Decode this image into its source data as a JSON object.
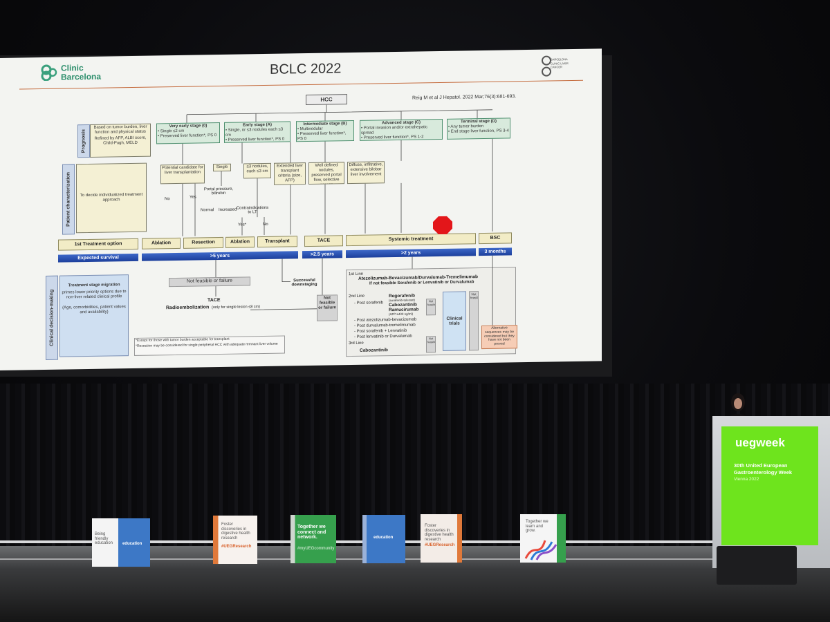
{
  "slide": {
    "logo_left_line1": "Clinic",
    "logo_left_line2": "Barcelona",
    "title": "BCLC  2022",
    "citation": "Reig M et al J Hepatol. 2022 Mar;76(3):681-693.",
    "logo_right": "BARCELONA CLINIC LIVER CANCER",
    "root": "HCC",
    "side_labels": [
      "Prognosis",
      "Patient characterization",
      "Clinical decision-making"
    ],
    "prognosis_text": "Based on tumor burden, liver function and physical status",
    "prognosis_text2": "Refined by AFP, ALBI score, Child-Pugh, MELD",
    "patient_text": "To decide individualized treatment approach",
    "stages": [
      {
        "title": "Very early stage (0)",
        "text": "• Single ≤2 cm\n• Preserved liver function*, PS 0"
      },
      {
        "title": "Early stage (A)",
        "text": "• Single, or ≤3 nodules each ≤3 cm\n• Preserved liver function*, PS 0"
      },
      {
        "title": "Intermediate stage (B)",
        "text": "• Multinodular\n• Preserved liver function*, PS 0"
      },
      {
        "title": "Advanced stage (C)",
        "text": "• Portal invasion and/or extrahepatic spread\n• Preserved liver function*, PS 1-2"
      },
      {
        "title": "Terminal stage (D)",
        "text": "• Any tumor burden\n• End stage liver function, PS 3-4"
      }
    ],
    "char_boxes": {
      "candidate": "Potential candidate for liver transplantation",
      "single": "Single",
      "nodules3": "≤3 nodules, each ≤3 cm",
      "extended": "Extended liver transplant criteria (size, AFP)",
      "well_defined": "Well defined nodules, preserved portal flow, selective access",
      "diffuse": "Diffuse, infiltrative, extensive bilobar liver involvement",
      "portal_pressure": "Portal pressure, bilirubin",
      "contraindications": "Contraindications to LT"
    },
    "flow_words": {
      "no1": "No",
      "yes1": "Yes",
      "normal": "Normal",
      "increased": "Increased",
      "yes2": "Yes*",
      "no2": "No"
    },
    "first_option_label": "1st Treatment option",
    "options": [
      "Ablation",
      "Resection",
      "Ablation",
      "Transplant",
      "TACE",
      "Systemic treatment",
      "BSC"
    ],
    "expected_survival_label": "Expected survival",
    "survival": [
      ">5 years",
      ">2.5 years",
      ">2 years",
      "3 months"
    ],
    "migration_title": "Treatment stage migration",
    "migration_text": "primes lower priority options due to non-liver related clinical profile",
    "migration_text2": "(Age, comorbidities, patient values and availability)",
    "not_feasible_failure": "Not  feasible or failure",
    "tace_title": "TACE",
    "radio": "Radioembolization",
    "radio_note": "(only  for single lesion ≤8 cm)",
    "successful": "Successful downstaging",
    "not_feasible_or_failure": "Not feasible or failure",
    "line1_label": "1st Line",
    "line1_text": "Atezolizumab-Bevacizumab/Durvalumab-Tremelimumab",
    "line1_sub": "If not feasible Sorafenib or Lenvatinib or Durvalumab",
    "line2_label": "2nd Line",
    "post_sorafenib": "- Post sorafenib",
    "line2_drugs": [
      "Regorafenib",
      "(sorafenib-tolerant)",
      "Cabozantinib",
      "Ramucirumab",
      "(AFP ≥400 ng/ml)"
    ],
    "post_list": [
      "- Post atezolizumab-bevacizumab",
      "- Post durvalumab-tremelimumab",
      "- Post sorafenib + Lenvatinib",
      "- Post lenvatinib or Durvalumab"
    ],
    "line3_label": "3rd Line",
    "line3_text": "Cabozantinib",
    "clinical_trials": "Clinical trials",
    "not_feasible_small": "Not feasible",
    "not_feasible_vertical": "Not feasible",
    "alternative": "Alternative sequences may be considered but they have not been proved",
    "footnote1": "*Except for those with tumor burden acceptable for transplant",
    "footnote2": "*Resection may be considered for single peripheral HCC with adequate remnant liver volume"
  },
  "podium": {
    "brand": "uegweek",
    "line1": "30th United European",
    "line2": "Gastroenterology Week",
    "line3": "Vienna 2022"
  },
  "cubes": {
    "c1": "Being friendly education",
    "c2": "education",
    "c3": "Foster discoveries in digestive health research",
    "c3_tag": "#UEGResearch",
    "c4": "Together we connect and network.",
    "c4_tag": "#myUEGcommunity",
    "c5": "education",
    "c6": "Foster discoveries in digestive health research",
    "c6_tag": "#UEGResearch",
    "c7": "Together we learn and grow."
  }
}
